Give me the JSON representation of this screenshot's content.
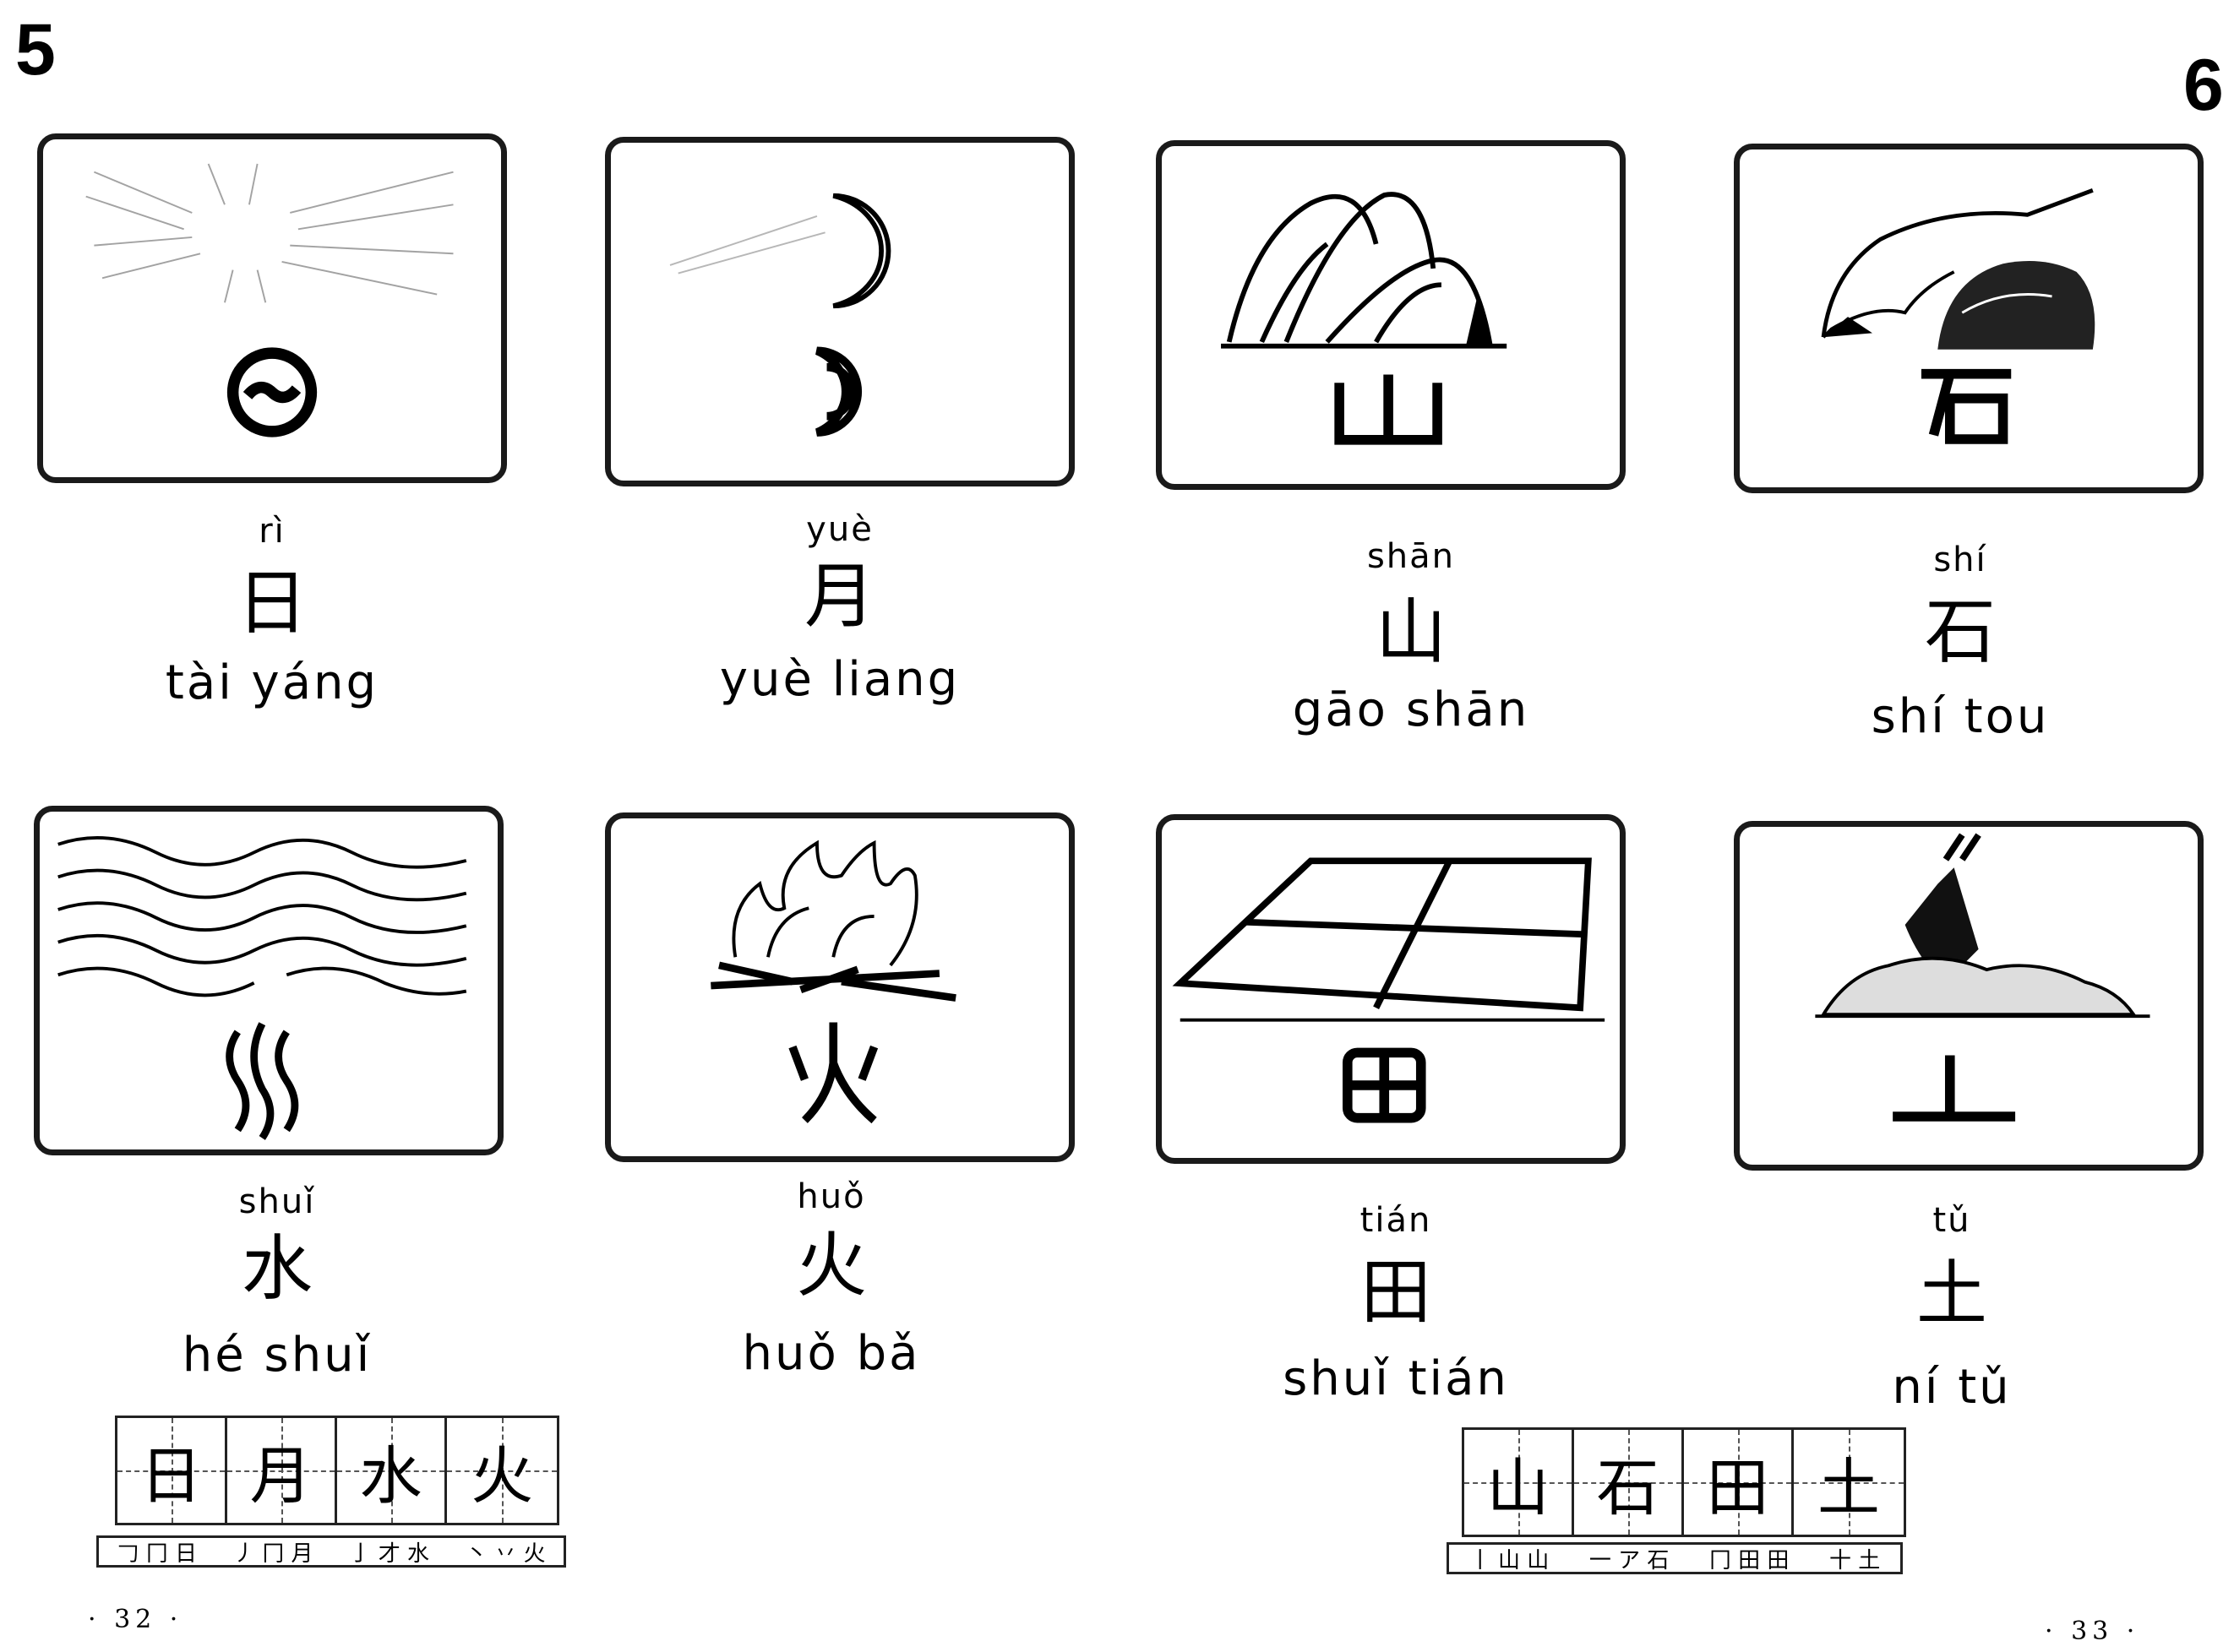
{
  "lessons": {
    "left": "5",
    "right": "6"
  },
  "cards": [
    {
      "id": "ri",
      "glyph": "sun",
      "pinyin": "rì",
      "hanzi": "日",
      "word": "tài yáng"
    },
    {
      "id": "yue",
      "glyph": "moon",
      "pinyin": "yuè",
      "hanzi": "月",
      "word": "yuè liang"
    },
    {
      "id": "shan",
      "glyph": "mountain",
      "pinyin": "shān",
      "hanzi": "山",
      "word": "gāo shān"
    },
    {
      "id": "shi",
      "glyph": "stone",
      "pinyin": "shí",
      "hanzi": "石",
      "word": "shí tou"
    },
    {
      "id": "shui",
      "glyph": "water",
      "pinyin": "shuǐ",
      "hanzi": "水",
      "word": "hé shuǐ"
    },
    {
      "id": "huo",
      "glyph": "fire",
      "pinyin": "huǒ",
      "hanzi": "火",
      "word": "huǒ bǎ"
    },
    {
      "id": "tian",
      "glyph": "field",
      "pinyin": "tián",
      "hanzi": "田",
      "word": "shuǐ tián"
    },
    {
      "id": "tu",
      "glyph": "soil",
      "pinyin": "tǔ",
      "hanzi": "土",
      "word": "ní tǔ"
    }
  ],
  "practice_left": {
    "chars": [
      "日",
      "月",
      "水",
      "火"
    ],
    "strokes": [
      "𠃌 冂 日",
      "丿 冂 月",
      "亅 才 水",
      "丶 丷 火"
    ]
  },
  "practice_right": {
    "chars": [
      "山",
      "石",
      "田",
      "土"
    ],
    "strokes": [
      "丨 山 山",
      "一 ア 石",
      "冂 田 田",
      "十 土"
    ]
  },
  "page_numbers": {
    "left": "· 32 ·",
    "right": "· 33 ·"
  }
}
